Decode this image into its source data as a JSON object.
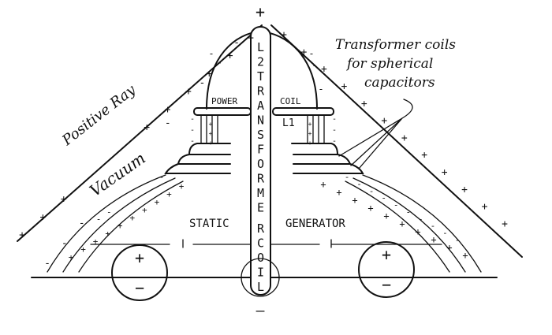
{
  "labels": {
    "transformer_coils": [
      "Transformer coils",
      "for spherical",
      "capacitors"
    ],
    "positive_ray": "Positive Ray",
    "vacuum": "Vacuum",
    "power": "POWER",
    "coil": "COIL",
    "l1": "L1",
    "column_letters": [
      "L",
      "2",
      "T",
      "R",
      "A",
      "N",
      "S",
      "F",
      "O",
      "R",
      "M",
      "E",
      "R",
      "C",
      "O",
      "I",
      "L"
    ],
    "static": "STATIC",
    "generator": "GENERATOR",
    "apex_sign": "+",
    "bottom_sign": "—",
    "left_sphere": [
      "+",
      "−"
    ],
    "right_sphere": [
      "+",
      "−"
    ]
  },
  "charge_symbols": {
    "plus": "+",
    "minus": "-"
  }
}
